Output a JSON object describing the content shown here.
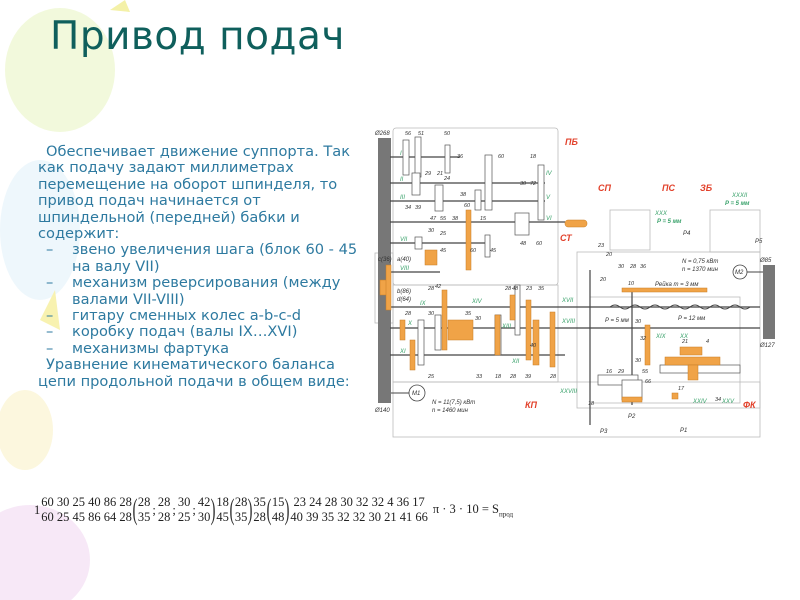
{
  "slide": {
    "title": "Привод подач",
    "intro": "Обеспечивает движение суппорта. Так как подачу задают миллиметрах перемещение на оборот шпинделя, то привод подач начинается от шпиндельной (передней) бабки и содержит:",
    "items": [
      "звено увеличения шага (блок 60 - 45 на валу VII)",
      "механизм реверсирования (между валами VII-VIII)",
      "гитару сменных колес a-b-c-d",
      "коробку подач (валы IX…XVI)",
      "механизмы фартука"
    ],
    "outro": "Уравнение кинематического баланса цепи продольной подачи в общем виде:"
  },
  "formula": {
    "prefix": "1",
    "plain_num": "60 30 25 40 86 28",
    "plain_den": "60 25 45 86 64 28",
    "group1": [
      [
        "28",
        "35"
      ],
      [
        "28",
        "28"
      ],
      [
        "30",
        "25"
      ],
      [
        "42",
        "30"
      ]
    ],
    "mid_num": "18",
    "mid_den": "45",
    "group2": [
      [
        "28",
        "35"
      ]
    ],
    "mid2_num": "35",
    "mid2_den": "28",
    "group3": [
      [
        "15",
        "48"
      ]
    ],
    "tail_num": "23 24 28 30 32 32 4 36 17",
    "tail_den": "40 39 35 32 32 30 21 41 66",
    "rhs": "π · 3 · 10 = S",
    "rhs_sub": "прод"
  },
  "diagram": {
    "units": {
      "pb": "ПБ",
      "sp": "СП",
      "ps": "ПС",
      "zb": "ЗБ",
      "st": "СТ",
      "kp": "КП",
      "fk": "ФК"
    },
    "pulleys": {
      "d268": "Ø268",
      "d140": "Ø140",
      "d85": "Ø85",
      "d127": "Ø127"
    },
    "motors": {
      "m1": "M1",
      "m2": "M2"
    },
    "motor1": {
      "power": "N = 11(7,5) кВт",
      "speed": "n = 1460 мин"
    },
    "motor2": {
      "power": "N = 0,75 кВт",
      "speed": "n = 1370 мин"
    },
    "rack": "Рейка m = 3 мм",
    "lead_screw": "P = 12 мм",
    "feed_screw": "P = 5 мм",
    "xxx": "XXX",
    "xxx_p": "P = 5 мм",
    "xxxii": "XXXII",
    "xxxii_p": "P = 5 мм",
    "guitar": {
      "a": "a(40)",
      "b": "b(86)",
      "c": "c(36)",
      "d": "d(64)"
    },
    "shafts": [
      "I",
      "II",
      "III",
      "IV",
      "V",
      "VI",
      "VII",
      "VIII",
      "IX",
      "X",
      "XI",
      "XII",
      "XIII",
      "XIV",
      "XVII",
      "XVIII",
      "XIX",
      "XX",
      "XXIV",
      "XXV",
      "XXVIII"
    ],
    "gears": [
      "56",
      "51",
      "50",
      "36",
      "60",
      "18",
      "29",
      "21",
      "24",
      "38",
      "34",
      "39",
      "47",
      "55",
      "38",
      "15",
      "60",
      "30",
      "72",
      "48",
      "60",
      "30",
      "25",
      "45",
      "60",
      "45",
      "28",
      "48",
      "23",
      "35",
      "28",
      "30",
      "42",
      "28",
      "30",
      "39",
      "33",
      "25",
      "18",
      "28",
      "35",
      "40",
      "28",
      "20",
      "23",
      "30",
      "28",
      "36",
      "20",
      "10",
      "30",
      "32",
      "30",
      "21",
      "4",
      "55",
      "16",
      "29",
      "18",
      "17",
      "34",
      "66"
    ],
    "handles": {
      "p1": "P1",
      "p2": "P2",
      "p3": "P3",
      "p4": "P4",
      "p5": "P5"
    }
  },
  "colors": {
    "title": "#0f5f5c",
    "text": "#2e7aa0",
    "accent": "#f0a347",
    "label_red": "#e2412b",
    "label_green": "#3aa26b"
  }
}
